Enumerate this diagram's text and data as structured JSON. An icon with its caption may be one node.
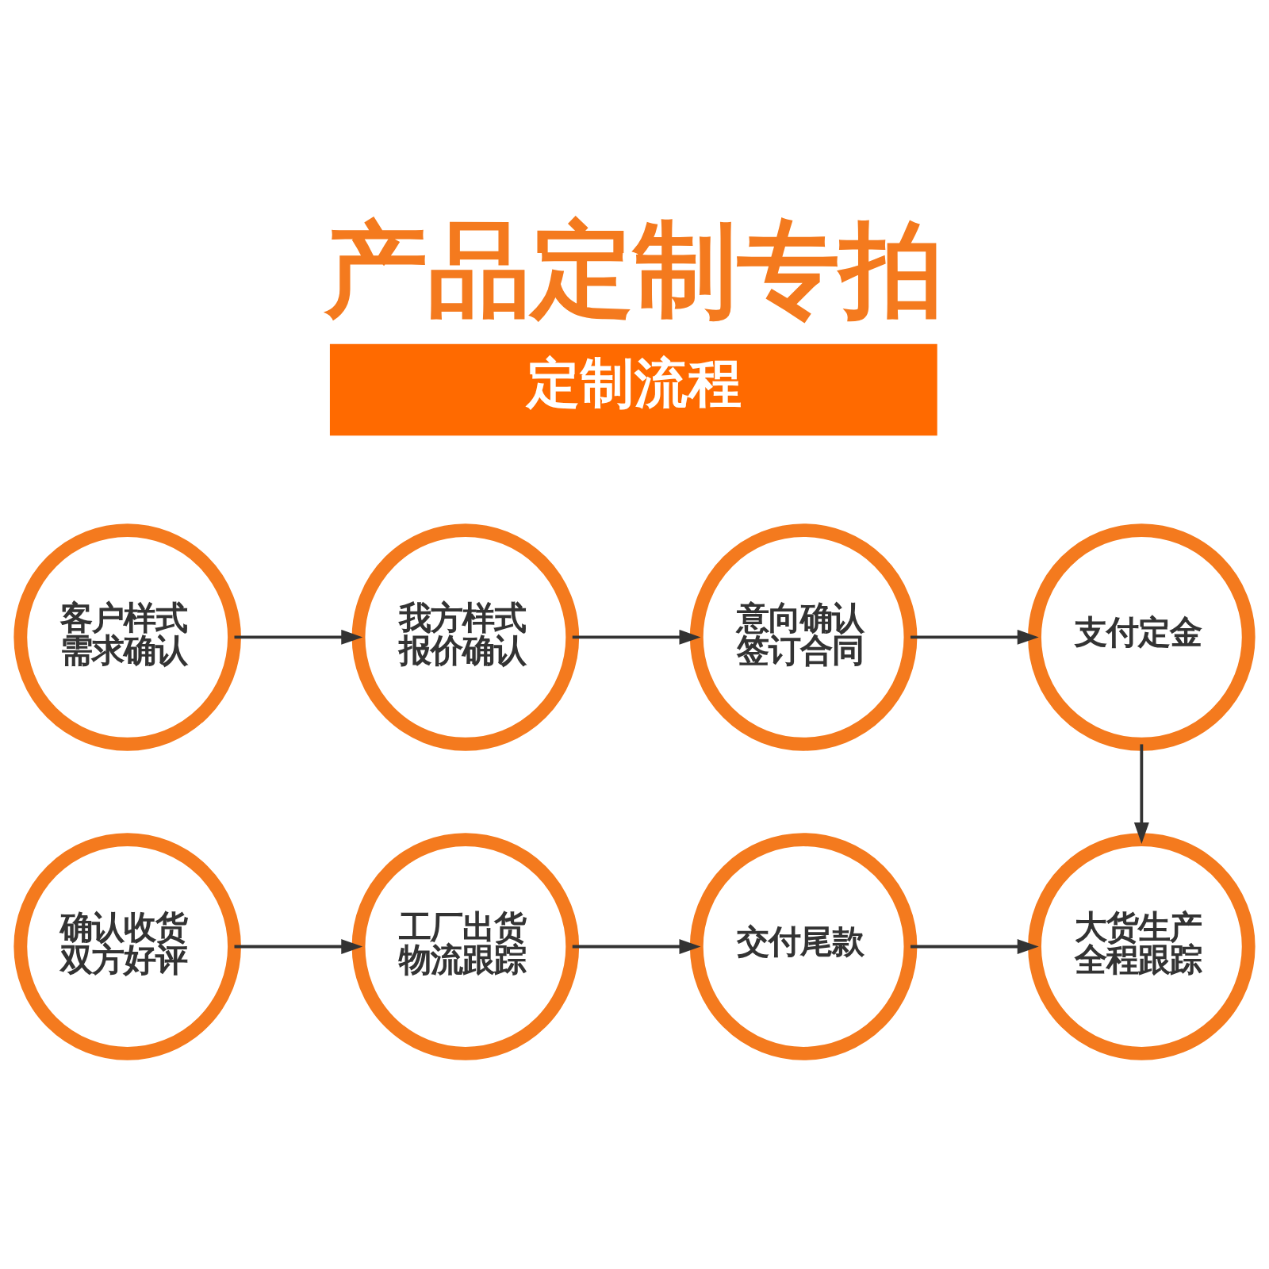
{
  "diagram": {
    "title": "产品定制专拍",
    "nodes": [
      {
        "text": [
          "定制流程"
        ]
      },
      {
        "text": [
          "客户样式需求确认"
        ]
      },
      {
        "text": [
          "我方样式报价确认"
        ]
      },
      {
        "text": [
          "意向确认签订合同"
        ]
      },
      {
        "text": [
          "支付定金"
        ]
      },
      {
        "text": [
          "确认收货双方好评"
        ]
      },
      {
        "text": [
          "工厂出货物流跟踪"
        ]
      },
      {
        "text": [
          "交付尾款"
        ]
      },
      {
        "text": [
          "大货生产全程跟踪"
        ]
      }
    ],
    "edges": [
      {
        "from": 1,
        "to": 2,
        "arrow": "to"
      },
      {
        "from": 2,
        "to": 3,
        "arrow": "to"
      },
      {
        "from": 3,
        "to": 4,
        "arrow": "to"
      },
      {
        "from": 4,
        "to": 8,
        "arrow": "to"
      },
      {
        "from": 5,
        "to": 6,
        "arrow": "to"
      },
      {
        "from": 6,
        "to": 7,
        "arrow": "to"
      },
      {
        "from": 7,
        "to": 8,
        "arrow": "to"
      }
    ]
  }
}
